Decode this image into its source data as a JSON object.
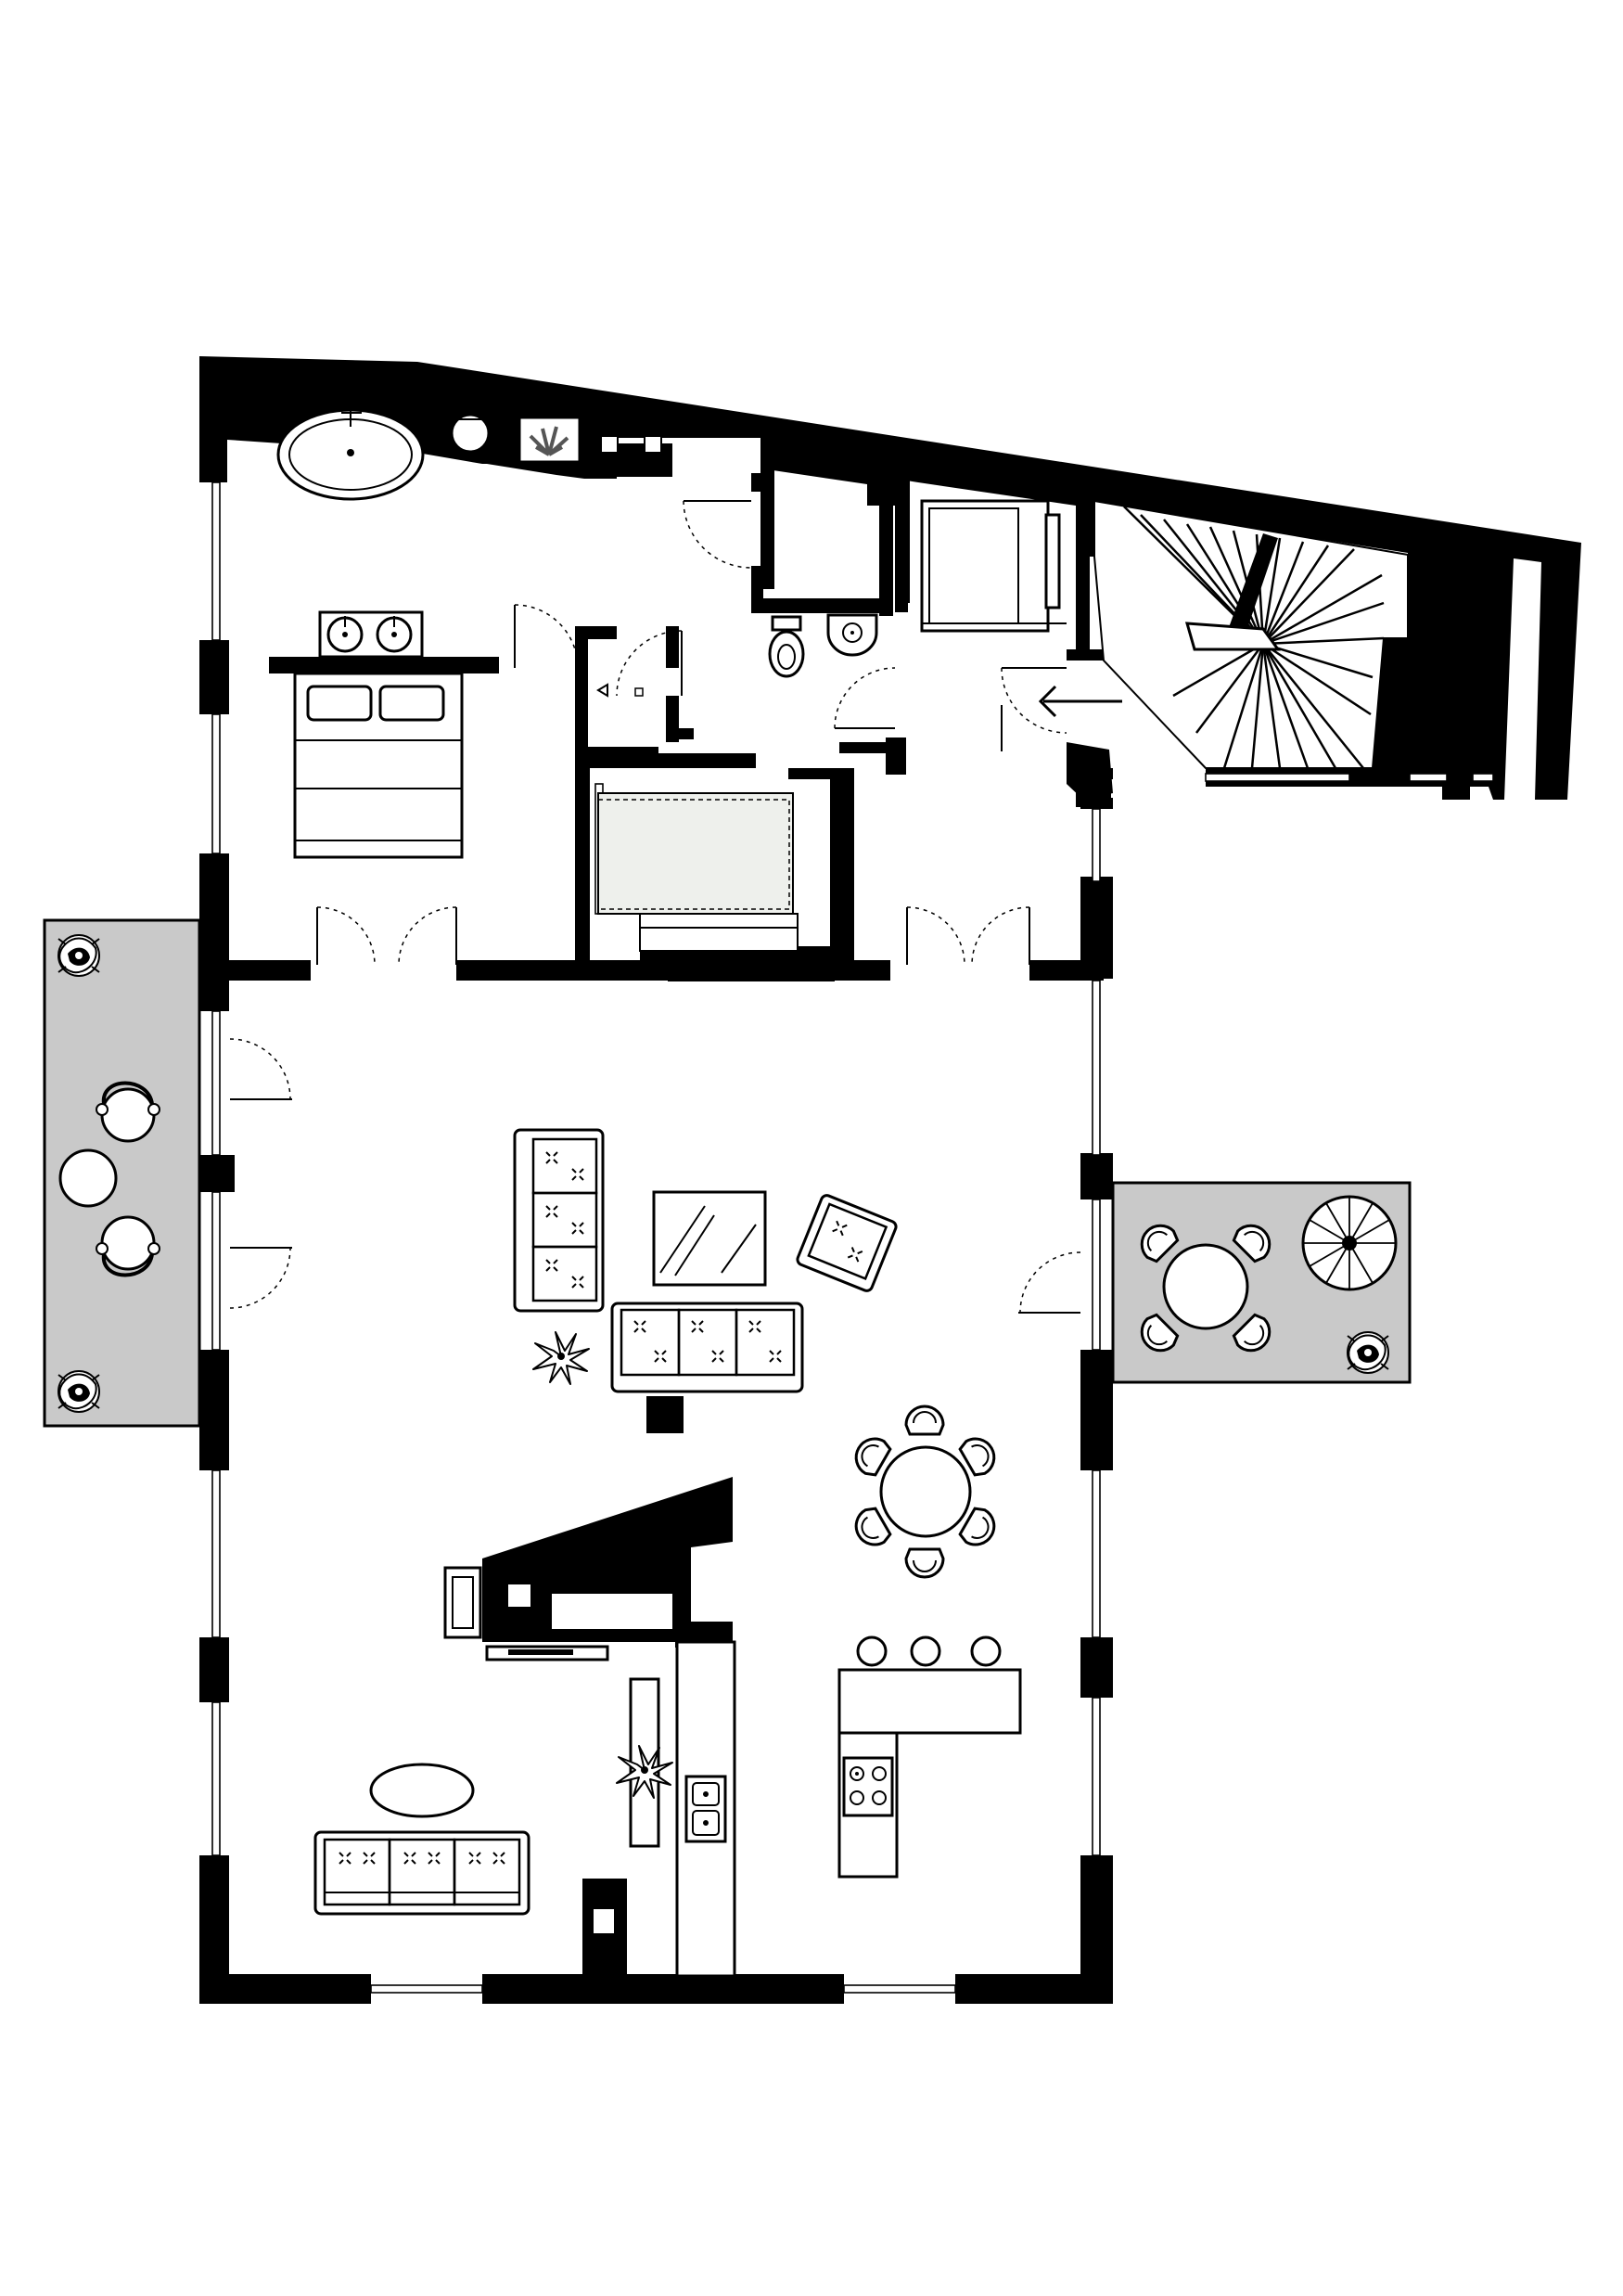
{
  "plan": {
    "type": "floor-plan",
    "colors": {
      "wall": "#000000",
      "terrace": "#c9c9c9",
      "background": "#ffffff",
      "bed_shower_tint": "#eef0ec"
    },
    "rooms": [
      "bathroom",
      "bedroom",
      "walk-in-shower",
      "wc",
      "storage",
      "stairwell",
      "living-room",
      "dining-area",
      "kitchen",
      "west-terrace",
      "east-terrace"
    ],
    "furniture": [
      "oval-bathtub",
      "round-stool",
      "planter-with-palm",
      "double-vanity",
      "double-bed",
      "toilet",
      "hand-basin",
      "shower-tray",
      "daybed",
      "three-seat-sofa",
      "three-seat-sofa",
      "armchair",
      "glass-coffee-table",
      "round-dining-table",
      "six-dining-chairs",
      "kitchen-island",
      "three-bar-stools",
      "hob",
      "double-sink",
      "tv-unit",
      "oval-rug",
      "potted-plant",
      "spiral-staircase",
      "terrace-table",
      "terrace-chairs",
      "staircase",
      "entrance-arrow"
    ]
  }
}
